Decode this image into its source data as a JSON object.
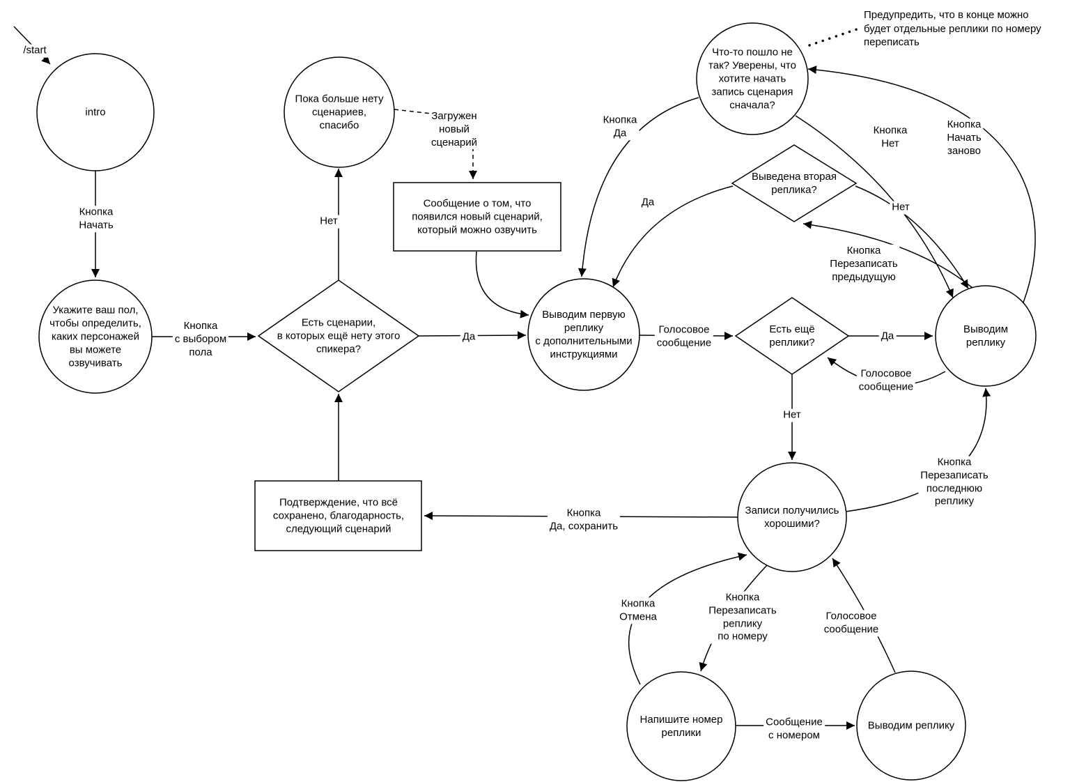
{
  "colors": {
    "stroke": "#000000",
    "background": "#ffffff"
  },
  "nodes": {
    "intro": "intro",
    "gender": "Укажите ваш пол,\nчтобы определить,\nкаких персонажей\nвы можете\nозвучивать",
    "no_scenarios": "Пока больше нету\nсценариев,\nспасибо",
    "wrong": "Что-то пошло не\nтак? Уверены, что\nхотите начать\nзапись сценария\nсначала?",
    "has_scenarios_q": "Есть сценарии,\nв которых ещё нету этого\nспикера?",
    "new_scenario_msg": "Сообщение о том, что\nпоявился новый сценарий,\nкоторый можно озвучить",
    "first_line": "Выводим первую\nреплику\nс дополнительными\nинструкциями",
    "second_line_q": "Выведена вторая\nреплика?",
    "more_lines_q": "Есть ещё\nреплики?",
    "output_line": "Выводим реплику",
    "records_good_q": "Записи получились\nхорошими?",
    "confirmation": "Подтверждение, что всё\nсохранено, благодарность,\nследующий сценарий",
    "write_number": "Напишите номер\nреплики",
    "output_line_2": "Выводим реплику"
  },
  "edges": {
    "start": "/start",
    "btn_begin": "Кнопка\nНачать",
    "btn_gender_choice": "Кнопка\nс выбором\nпола",
    "no_to_empty": "Нет",
    "yes_to_first": "Да",
    "scenario_loaded": "Загружен\nновый\nсценарий",
    "voice_message_1": "Голосовое\nсообщение",
    "yes_more": "Да",
    "voice_message_2": "Голосовое\nсообщение",
    "no_more": "Нет",
    "btn_save": "Кнопка\nДа, сохранить",
    "btn_rerecord_by_number": "Кнопка\nПерезаписать\nреплику\nпо номеру",
    "message_with_number": "Сообщение\nс номером",
    "voice_message_3": "Голосовое\nсообщение",
    "btn_cancel": "Кнопка\nОтмена",
    "btn_rerecord_last": "Кнопка\nПерезаписать\nпоследнюю\nреплику",
    "btn_yes": "Кнопка\nДа",
    "btn_no": "Кнопка\nНет",
    "btn_restart": "Кнопка\nНачать\nзаново",
    "yes_second": "Да",
    "no_second": "Нет",
    "btn_rerecord_prev": "Кнопка\nПерезаписать\nпредыдущую"
  },
  "note": "Предупредить, что в конце можно\nбудет отдельные реплики по номеру\nпереписать"
}
